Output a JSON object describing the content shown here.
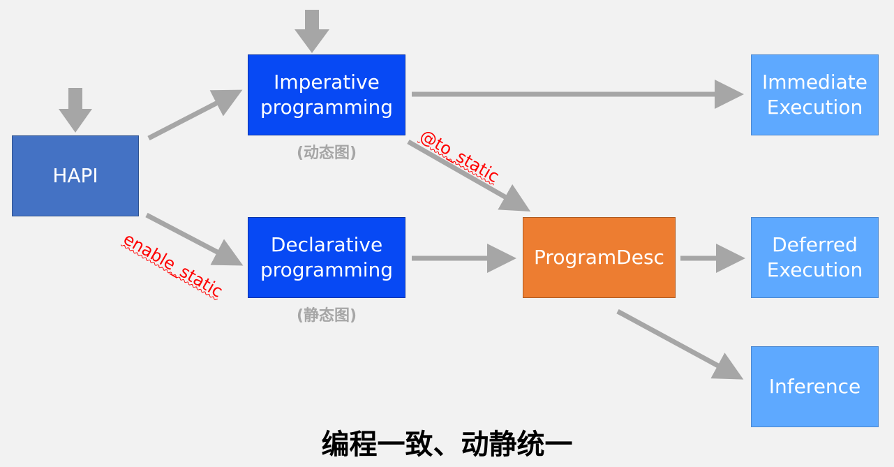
{
  "nodes": {
    "hapi": "HAPI",
    "imperative": [
      "Imperative",
      "programming"
    ],
    "imperative_sub": "(动态图)",
    "declarative": [
      "Declarative",
      "programming"
    ],
    "declarative_sub": "(静态图)",
    "program_desc": "ProgramDesc",
    "immediate": [
      "Immediate",
      "Execution"
    ],
    "deferred": [
      "Deferred",
      "Execution"
    ],
    "inference": "Inference"
  },
  "edge_labels": {
    "to_static": "@to_static",
    "enable_static": "enable_static"
  },
  "caption": "编程一致、动静统一",
  "colors": {
    "background": "#f2f2f2",
    "hapi": "#4472c4",
    "programming": "#0749f4",
    "program_desc": "#ed7d31",
    "execution": "#5ea9ff",
    "arrow": "#a6a6a6",
    "label_red": "#ff0000"
  }
}
